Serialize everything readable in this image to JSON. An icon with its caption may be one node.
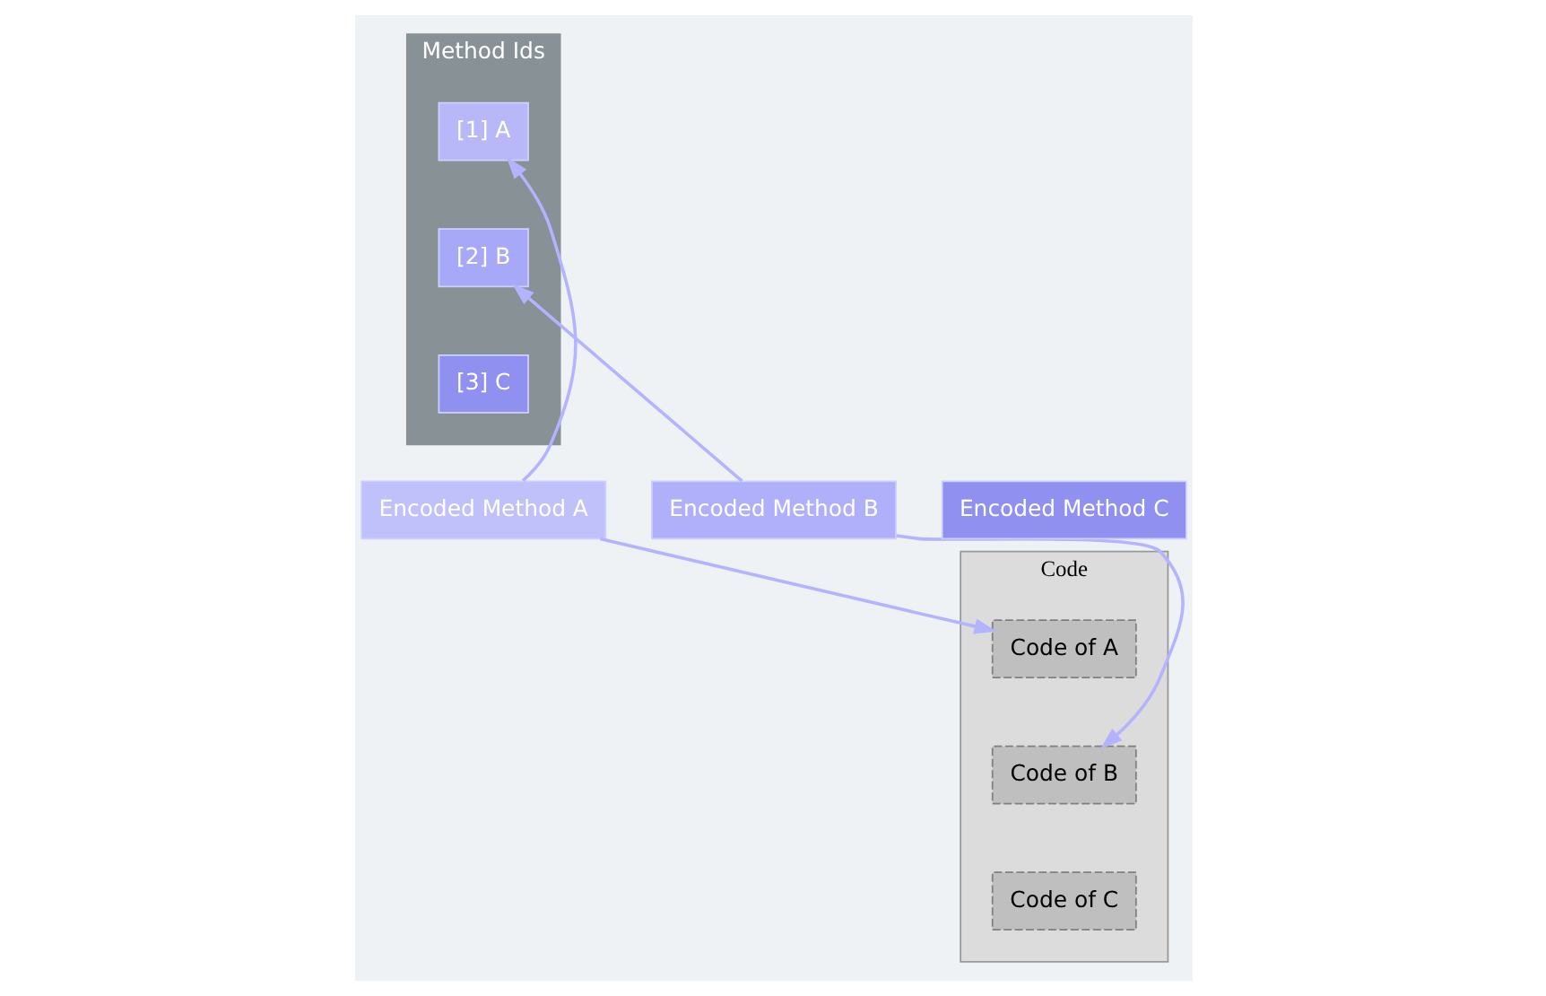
{
  "diagram": {
    "nodes": [
      {
        "text": [
          "Method Ids"
        ]
      },
      {
        "text": [
          "[1] A"
        ],
        "in": 0
      },
      {
        "text": [
          "[2] B"
        ],
        "in": 0
      },
      {
        "text": [
          "[3] C"
        ],
        "in": 0
      },
      {
        "text": [
          "Encoded Method A"
        ]
      },
      {
        "text": [
          "Encoded Method B"
        ]
      },
      {
        "text": [
          "Encoded Method C"
        ]
      },
      {
        "text": [
          "Code"
        ]
      },
      {
        "text": [
          "Code of A"
        ],
        "in": 7
      },
      {
        "text": [
          "Code of B"
        ],
        "in": 7
      },
      {
        "text": [
          "Code of C"
        ],
        "in": 7
      }
    ],
    "edges": [
      {
        "from": 4,
        "to": 1,
        "arrow": "to"
      },
      {
        "from": 4,
        "to": 8,
        "arrow": "to"
      },
      {
        "from": 5,
        "to": 2,
        "arrow": "to"
      },
      {
        "from": 5,
        "to": 9,
        "arrow": "to"
      }
    ]
  }
}
